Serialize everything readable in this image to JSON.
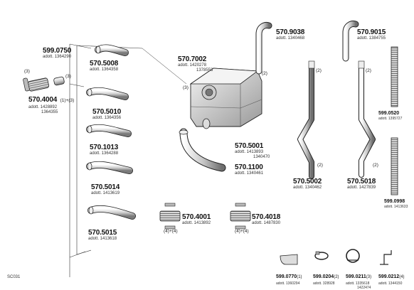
{
  "diagram_code": "SC031",
  "parts": {
    "p599_0750": {
      "number": "599.0750",
      "addtl": "adott. 1364290"
    },
    "p570_5008": {
      "number": "570.5008",
      "addtl": "adott. 1364358"
    },
    "p570_4004": {
      "number": "570.4004",
      "qty": "(1)+(3)",
      "addtl1": "adott. 1428892",
      "addtl2": "1364355"
    },
    "p570_5010": {
      "number": "570.5010",
      "addtl": "adott. 1364356"
    },
    "p570_1013": {
      "number": "570.1013",
      "addtl": "adott. 1364288"
    },
    "p570_5014": {
      "number": "570.5014",
      "addtl": "adott. 1413619"
    },
    "p570_5015": {
      "number": "570.5015",
      "addtl": "adott. 1413618"
    },
    "p570_7002": {
      "number": "570.7002",
      "addtl1": "adott. 1420278",
      "addtl2": "1378553"
    },
    "p570_5001": {
      "number": "570.5001",
      "addtl1": "adott. 1413893",
      "addtl2": "1340470"
    },
    "p570_1100": {
      "number": "570.1100",
      "addtl": "adott. 1340461"
    },
    "p570_4001": {
      "number": "570.4001",
      "addtl": "adott. 1413892",
      "qty": "(4)+(4)"
    },
    "p570_4018": {
      "number": "570.4018",
      "addtl": "adott. 1487830",
      "qty": "(4)+(4)"
    },
    "p570_9038": {
      "number": "570.9038",
      "addtl": "adott. 1340468"
    },
    "p570_9015": {
      "number": "570.9015",
      "addtl": "adott. 1384755"
    },
    "p570_5002": {
      "number": "570.5002",
      "addtl": "adott. 1340462"
    },
    "p570_5018": {
      "number": "570.5018",
      "addtl": "adott. 1427839"
    },
    "p599_0520": {
      "number": "599.0520",
      "addtl": "adott. 1395727"
    },
    "p599_0998": {
      "number": "599.0998",
      "addtl": "adott. 1413633"
    },
    "p599_0770": {
      "number": "599.0770",
      "qty": "(1)",
      "addtl": "adott. 1360294"
    },
    "p599_0204": {
      "number": "599.0204",
      "qty": "(2)",
      "addtl": "adott. 328928"
    },
    "p599_0211": {
      "number": "599.0211",
      "qty": "(3)",
      "addtl1": "adott. 1335618",
      "addtl2": "1422474"
    },
    "p599_0212": {
      "number": "599.0212",
      "qty": "(4)",
      "addtl": "adott. 1344150"
    }
  },
  "callouts": {
    "c3_clamp": "(3)",
    "c3_pipe": "(3)",
    "c3_muffler": "(3)",
    "c2_muffler": "(2)",
    "c2_tail_a": "(2)",
    "c2_tail_b": "(2)",
    "c2_pipe_a": "(2)",
    "c2_pipe_b": "(2)"
  }
}
